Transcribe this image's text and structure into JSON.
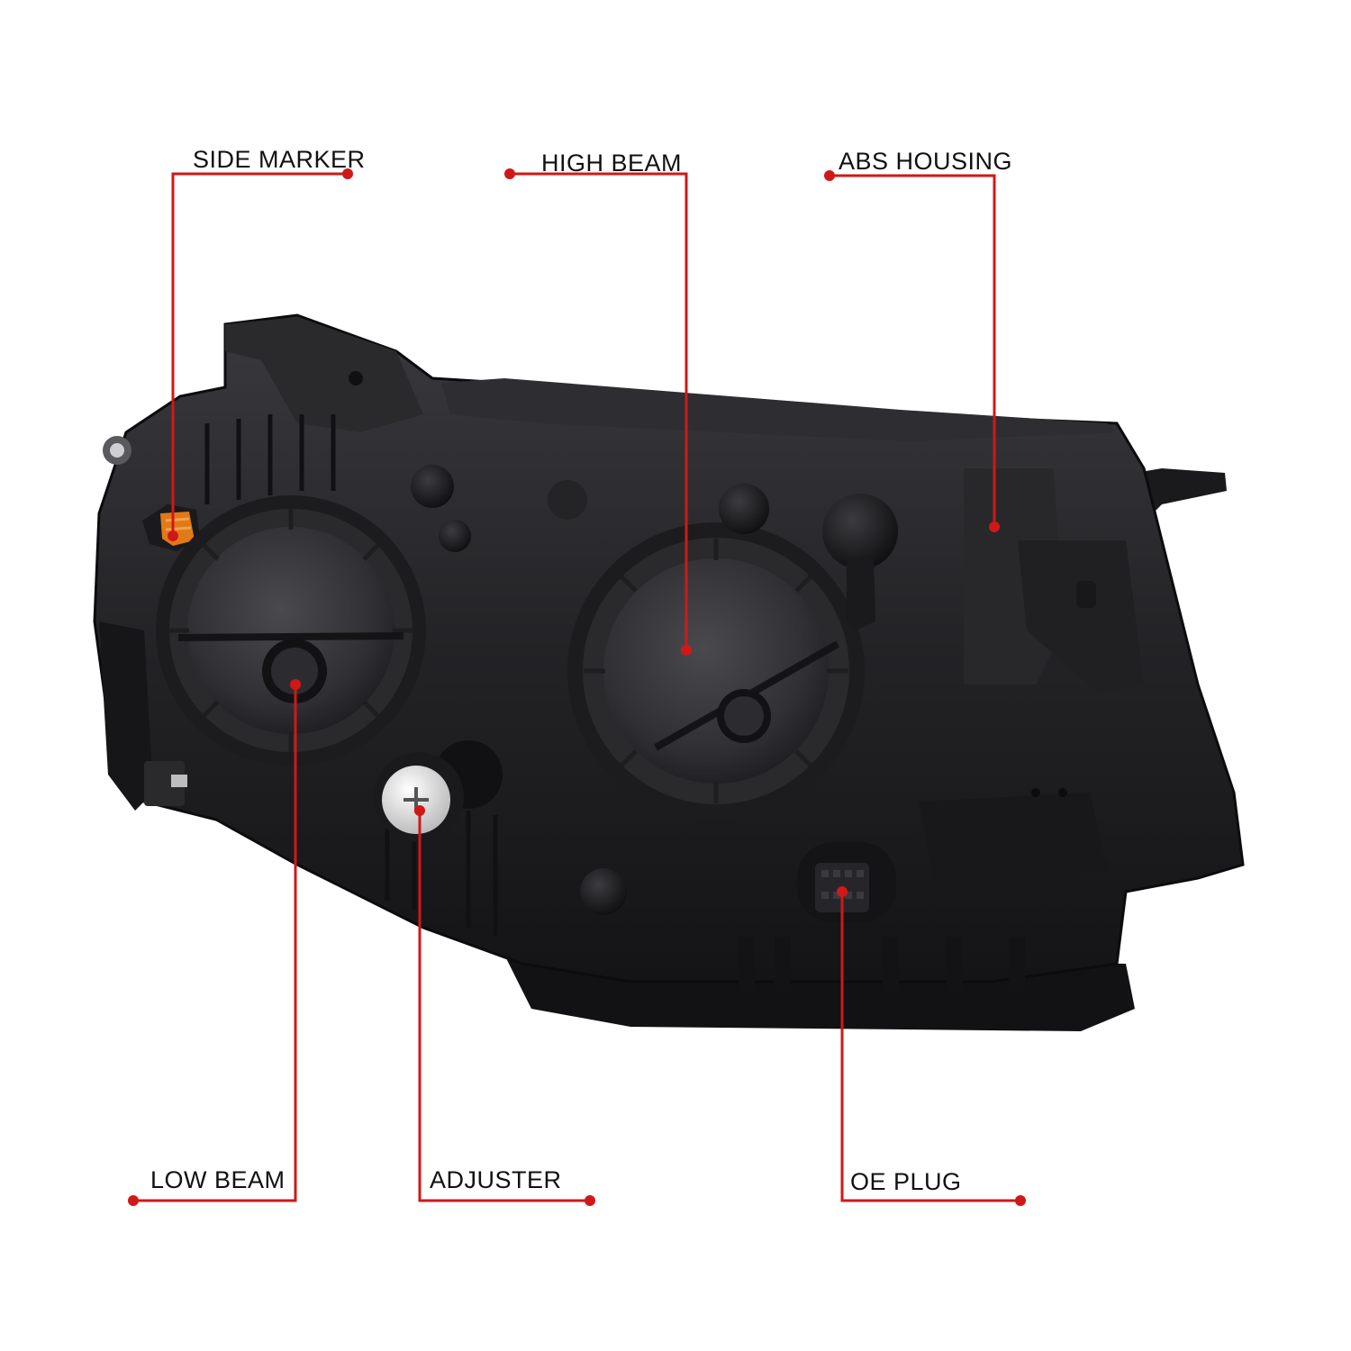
{
  "image": {
    "subject": "headlight-assembly-rear",
    "background_color": "#ffffff",
    "housing_color": "#1c1c1e",
    "accent_color": "#d01818",
    "amber_color": "#e07a18"
  },
  "callouts": {
    "side_marker": "SIDE MARKER",
    "high_beam": "HIGH BEAM",
    "abs_housing": "ABS HOUSING",
    "low_beam": "LOW BEAM",
    "adjuster": "ADJUSTER",
    "oe_plug": "OE PLUG"
  }
}
